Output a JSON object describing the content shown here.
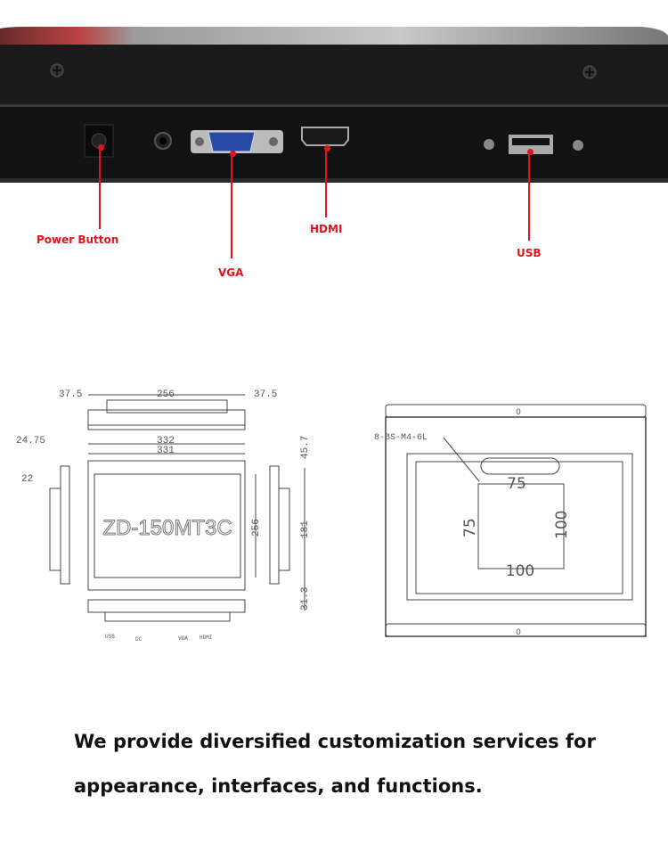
{
  "callouts": {
    "power": "Power Button",
    "vga": "VGA",
    "hdmi": "HDMI",
    "usb": "USB"
  },
  "front_drawing": {
    "dims": {
      "top_left": "37.5",
      "top_mid": "256",
      "top_right": "37.5",
      "side_depth": "24.75",
      "width_outer": "332",
      "width_inner": "331",
      "side_inner": "22",
      "height": "256",
      "right_top": "45.7",
      "right_mid": "181",
      "right_bottom": "31.3"
    },
    "model": "ZD-150MT3C",
    "ports": [
      "USB",
      "DC",
      "VGA",
      "HDMI"
    ]
  },
  "back_drawing": {
    "screw_note": "8-BS-M4-6L",
    "vesa_top": "75",
    "vesa_left": "75",
    "vesa_right": "100",
    "vesa_bottom": "100",
    "marks": "0"
  },
  "caption": {
    "line1": "We provide diversified customization services for",
    "line2": "appearance, interfaces, and functions."
  },
  "colors": {
    "accent": "#e0151b",
    "bezel": "#141414"
  }
}
